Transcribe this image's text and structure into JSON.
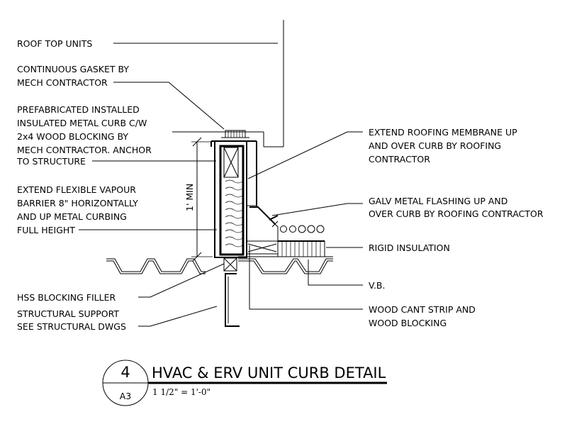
{
  "notes": {
    "roof_top_units": "ROOF TOP UNITS",
    "gasket_1": "CONTINUOUS GASKET BY",
    "gasket_2": "MECH CONTRACTOR",
    "curb_1": "PREFABRICATED INSTALLED",
    "curb_2": "INSULATED METAL CURB C/W",
    "curb_3": "2x4 WOOD BLOCKING BY",
    "curb_4": "MECH CONTRACTOR. ANCHOR",
    "curb_5": "TO STRUCTURE",
    "vapour_1": "EXTEND FLEXIBLE VAPOUR",
    "vapour_2": "BARRIER 8\" HORIZONTALLY",
    "vapour_3": "AND UP METAL CURBING",
    "vapour_4": "FULL HEIGHT",
    "hss": "HSS BLOCKING FILLER",
    "support_1": "STRUCTURAL SUPPORT",
    "support_2": "SEE STRUCTURAL DWGS",
    "membrane_1": "EXTEND ROOFING MEMBRANE UP",
    "membrane_2": "AND OVER CURB BY ROOFING",
    "membrane_3": "CONTRACTOR",
    "flashing_1": "GALV METAL FLASHING UP AND",
    "flashing_2": "OVER CURB BY ROOFING CONTRACTOR",
    "rigid": "RIGID INSULATION",
    "vb": "V.B.",
    "cant_1": "WOOD CANT STRIP AND",
    "cant_2": "WOOD BLOCKING"
  },
  "dimension": "1' MIN",
  "title_block": {
    "detail_number": "4",
    "sheet": "A3",
    "title": "HVAC & ERV UNIT CURB DETAIL",
    "scale": "1 1/2\" = 1'-0\""
  }
}
